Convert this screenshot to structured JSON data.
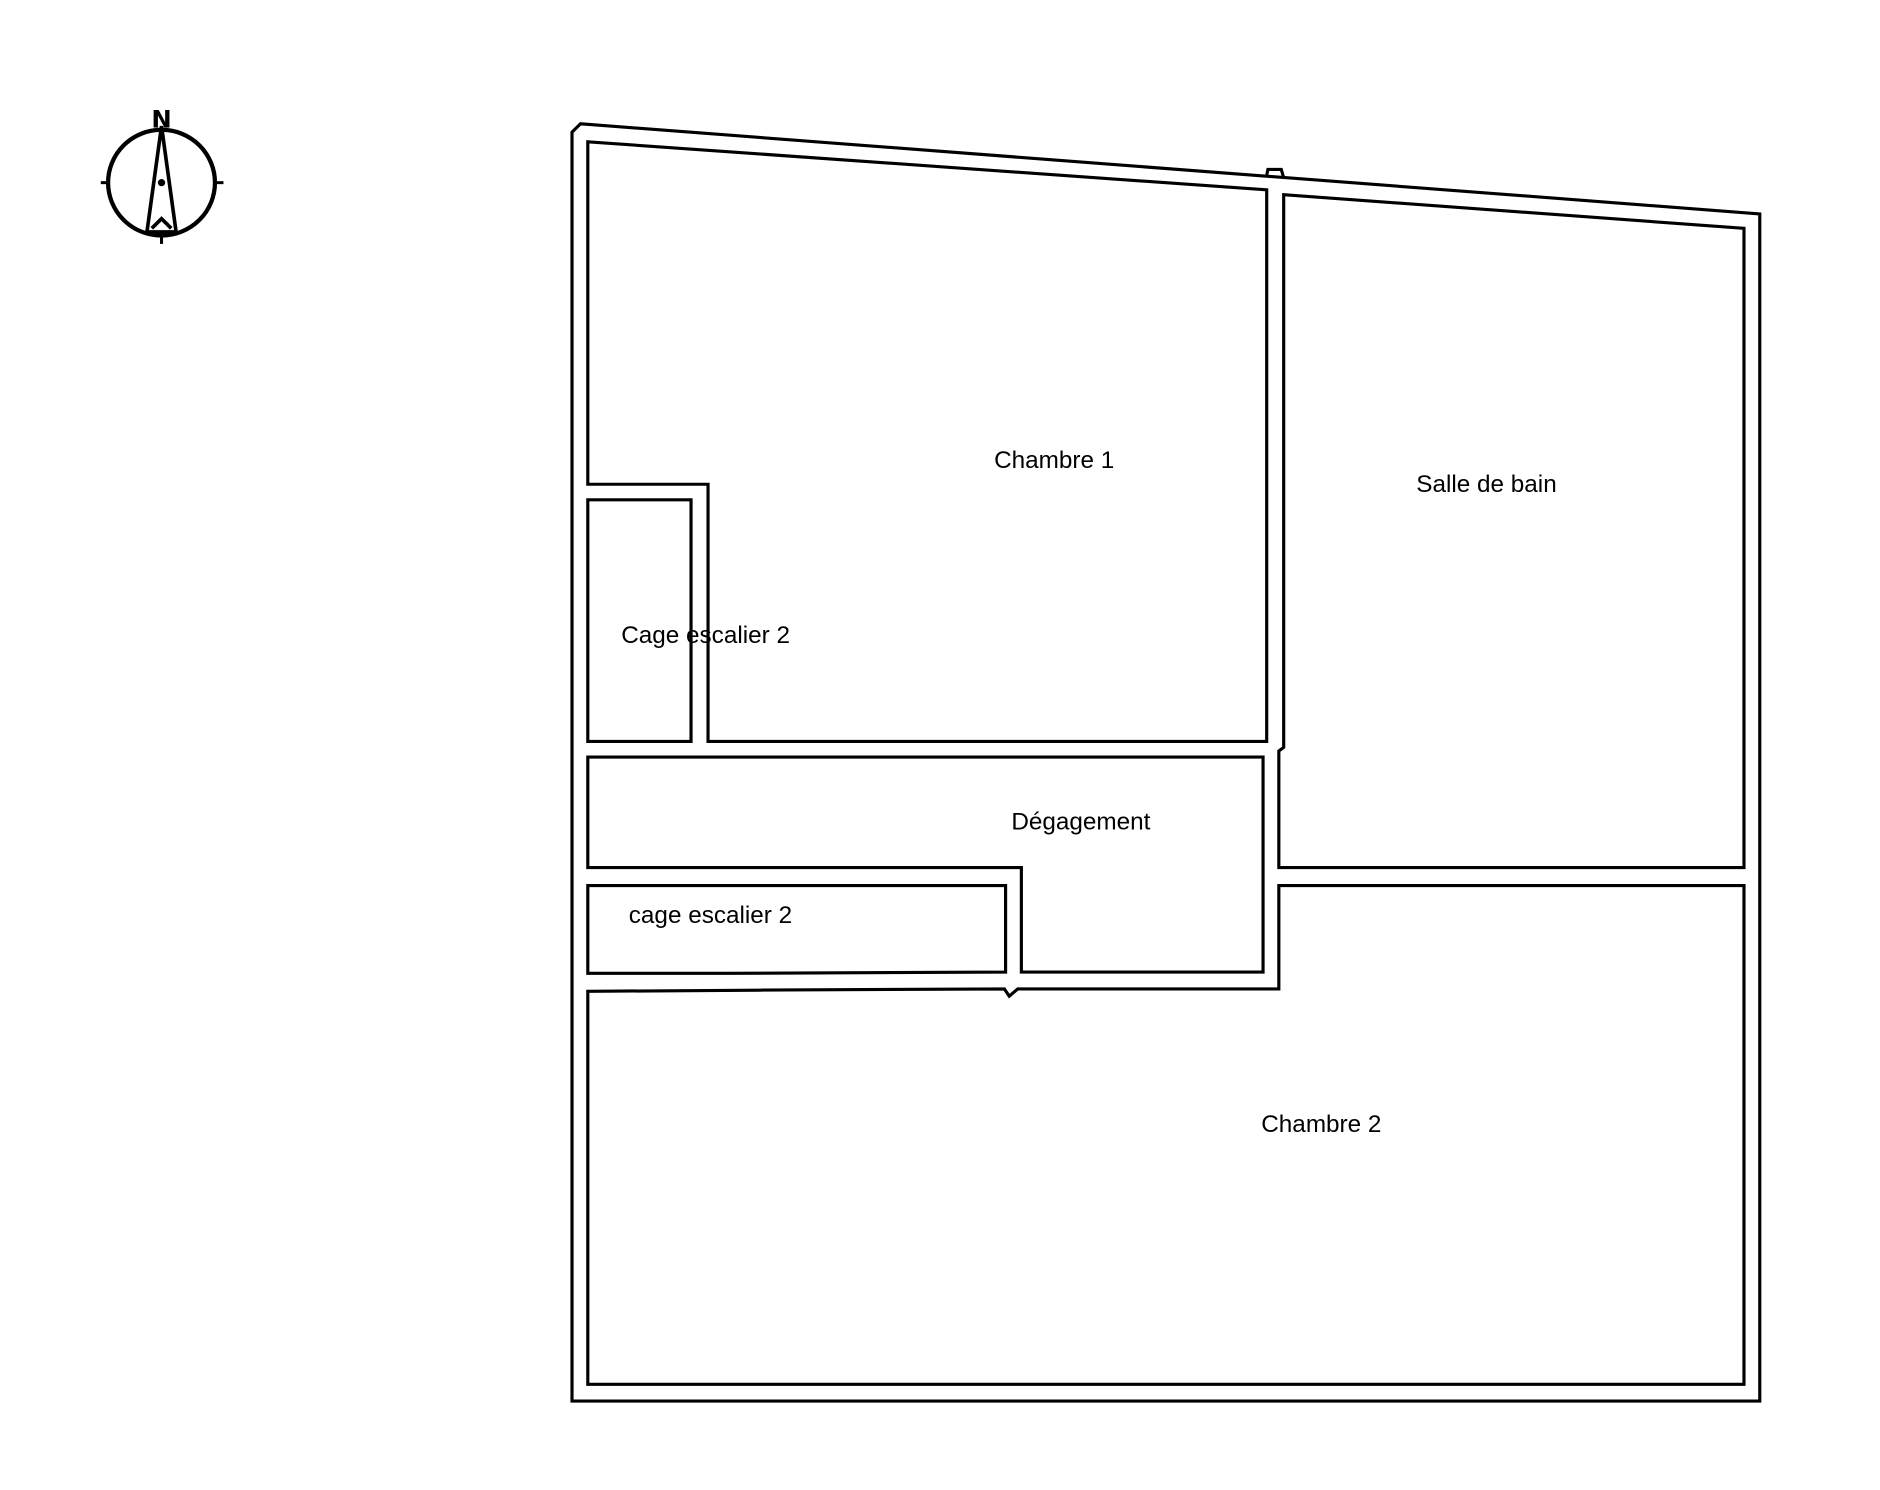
{
  "compass": {
    "label": "N",
    "icon": "north-arrow-icon"
  },
  "rooms": [
    {
      "id": "chambre-1",
      "label": "Chambre 1"
    },
    {
      "id": "salle-de-bain",
      "label": "Salle de bain"
    },
    {
      "id": "cage-escalier-upper",
      "label": "Cage escalier 2"
    },
    {
      "id": "degagement",
      "label": "Dégagement"
    },
    {
      "id": "cage-escalier-lower",
      "label": "cage escalier 2"
    },
    {
      "id": "chambre-2",
      "label": "Chambre 2"
    }
  ],
  "colors": {
    "line": "#000000",
    "background": "#ffffff"
  }
}
